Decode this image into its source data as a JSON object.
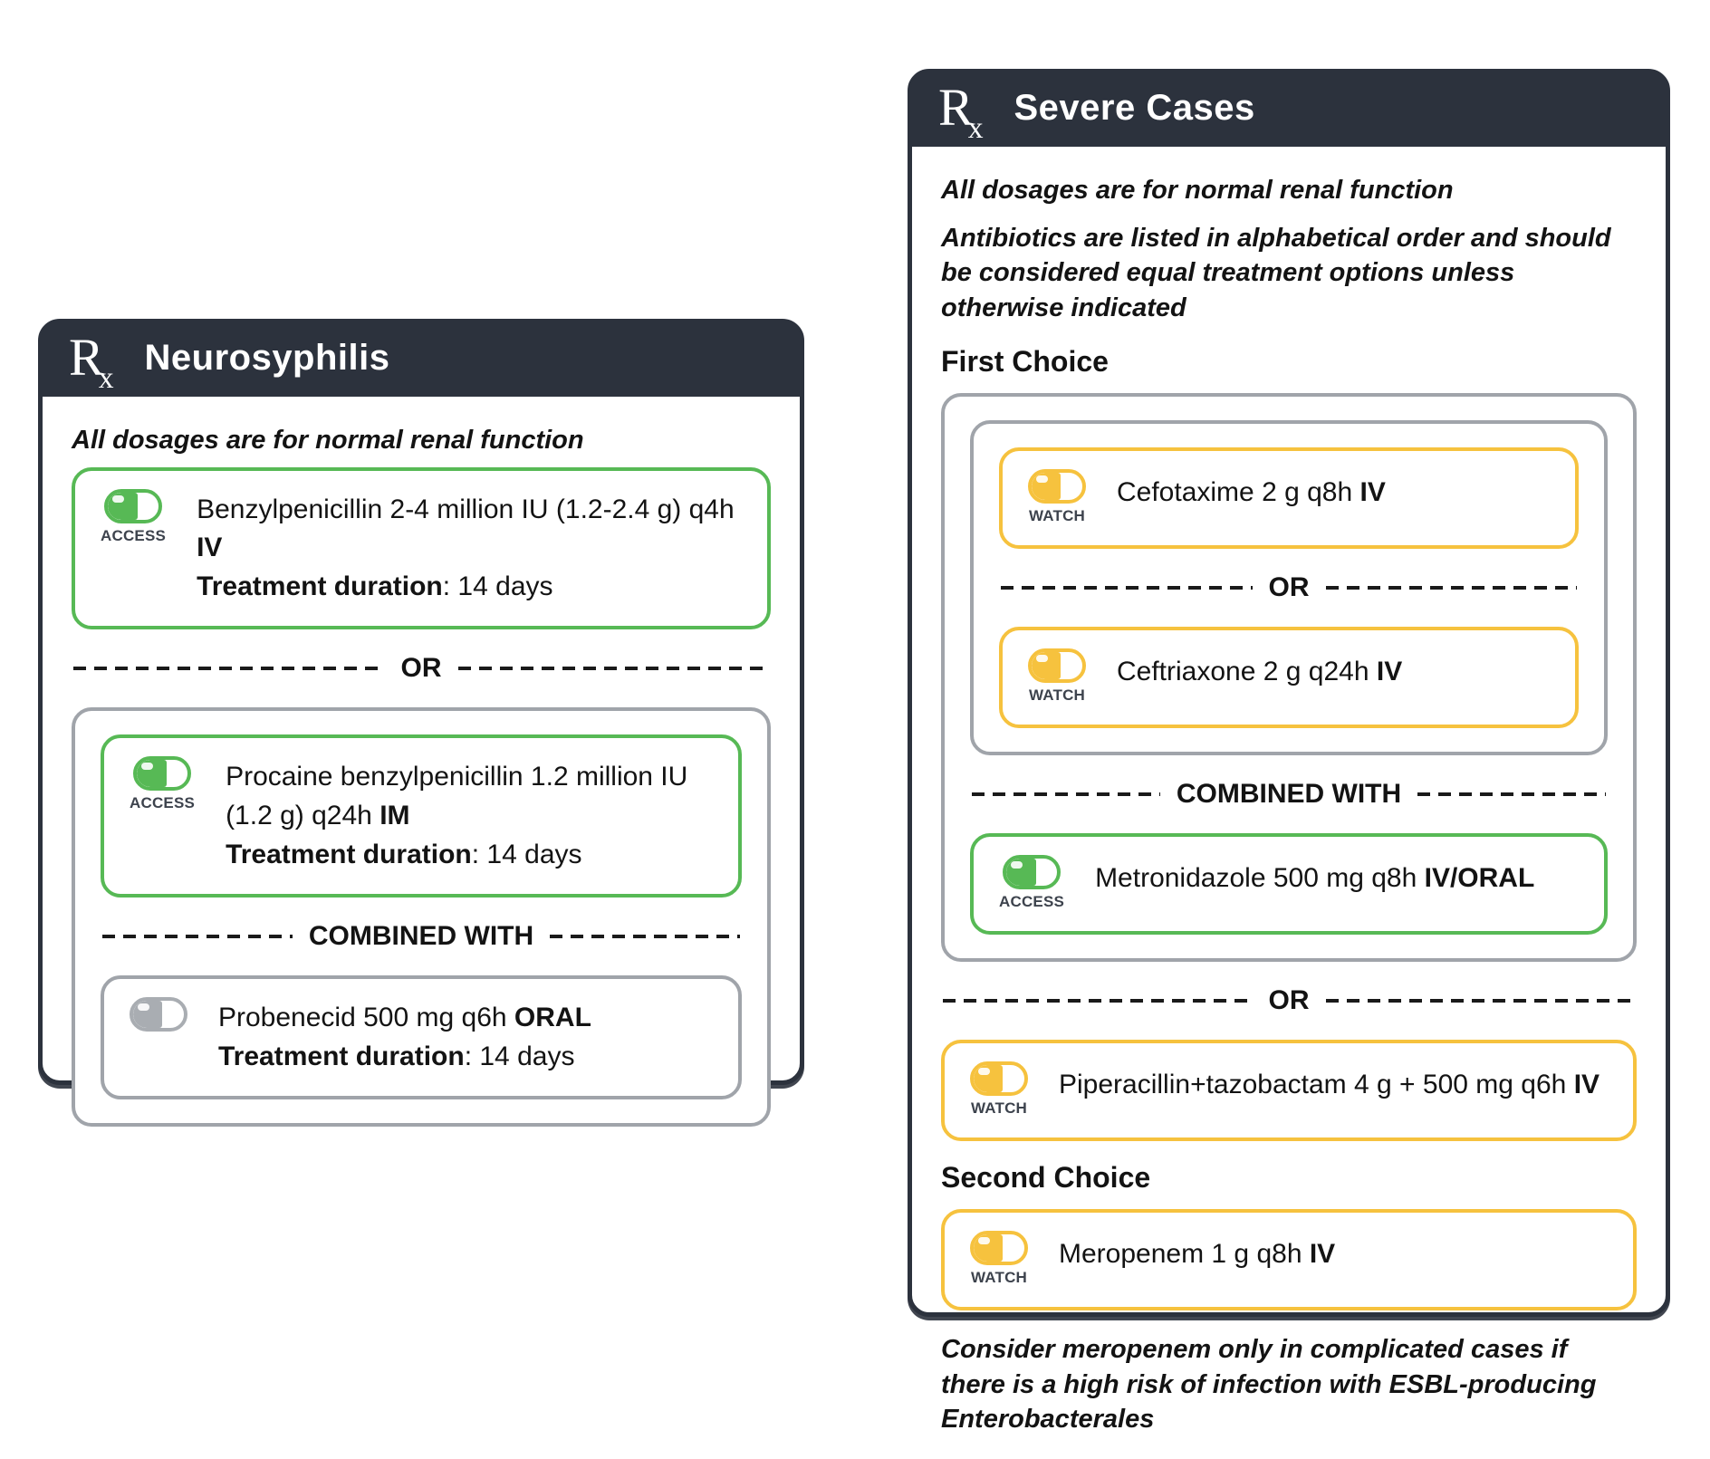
{
  "colors": {
    "header_bg": "#2c323d",
    "access_green": "#57b955",
    "watch_yellow": "#f6c23e",
    "group_gray": "#a0a4aa",
    "pill_gray": "#a9adb2"
  },
  "rx_symbol": {
    "main": "R",
    "sub": "x"
  },
  "left_card": {
    "title": "Neurosyphilis",
    "renal_note": "All dosages are for normal renal function",
    "or_label": "OR",
    "combined_label": "COMBINED WITH",
    "access_label": "ACCESS",
    "items": {
      "benzylpenicillin": {
        "name": "Benzylpenicillin 2-4 million IU (1.2-2.4 g) q4h ",
        "route": "IV",
        "duration_label": "Treatment duration",
        "duration_value": ": 14 days"
      },
      "procaine": {
        "name": "Procaine benzylpenicillin 1.2 million IU (1.2 g) q24h ",
        "route": "IM",
        "duration_label": "Treatment duration",
        "duration_value": ": 14 days"
      },
      "probenecid": {
        "name": "Probenecid 500 mg q6h ",
        "route": "ORAL",
        "duration_label": "Treatment duration",
        "duration_value": ": 14 days"
      }
    }
  },
  "right_card": {
    "title": "Severe Cases",
    "renal_note": "All dosages are for normal renal function",
    "alpha_note": "Antibiotics are listed in alphabetical order and should be considered equal treatment options unless otherwise indicated",
    "first_choice_label": "First Choice",
    "second_choice_label": "Second Choice",
    "or_label": "OR",
    "combined_label": "COMBINED WITH",
    "access_label": "ACCESS",
    "watch_label": "WATCH",
    "items": {
      "cefotaxime": {
        "name": "Cefotaxime 2 g q8h ",
        "route": "IV"
      },
      "ceftriaxone": {
        "name": "Ceftriaxone 2 g q24h ",
        "route": "IV"
      },
      "metronidazole": {
        "name": "Metronidazole 500 mg q8h ",
        "route": "IV/ORAL"
      },
      "piperacillin_tazobactam": {
        "name": "Piperacillin+tazobactam 4 g + 500 mg q6h ",
        "route": "IV"
      },
      "meropenem": {
        "name": "Meropenem 1 g q8h ",
        "route": "IV"
      }
    },
    "footer_note": "Consider meropenem only in complicated cases if there is a high risk of infection with ESBL-producing Enterobacterales"
  }
}
